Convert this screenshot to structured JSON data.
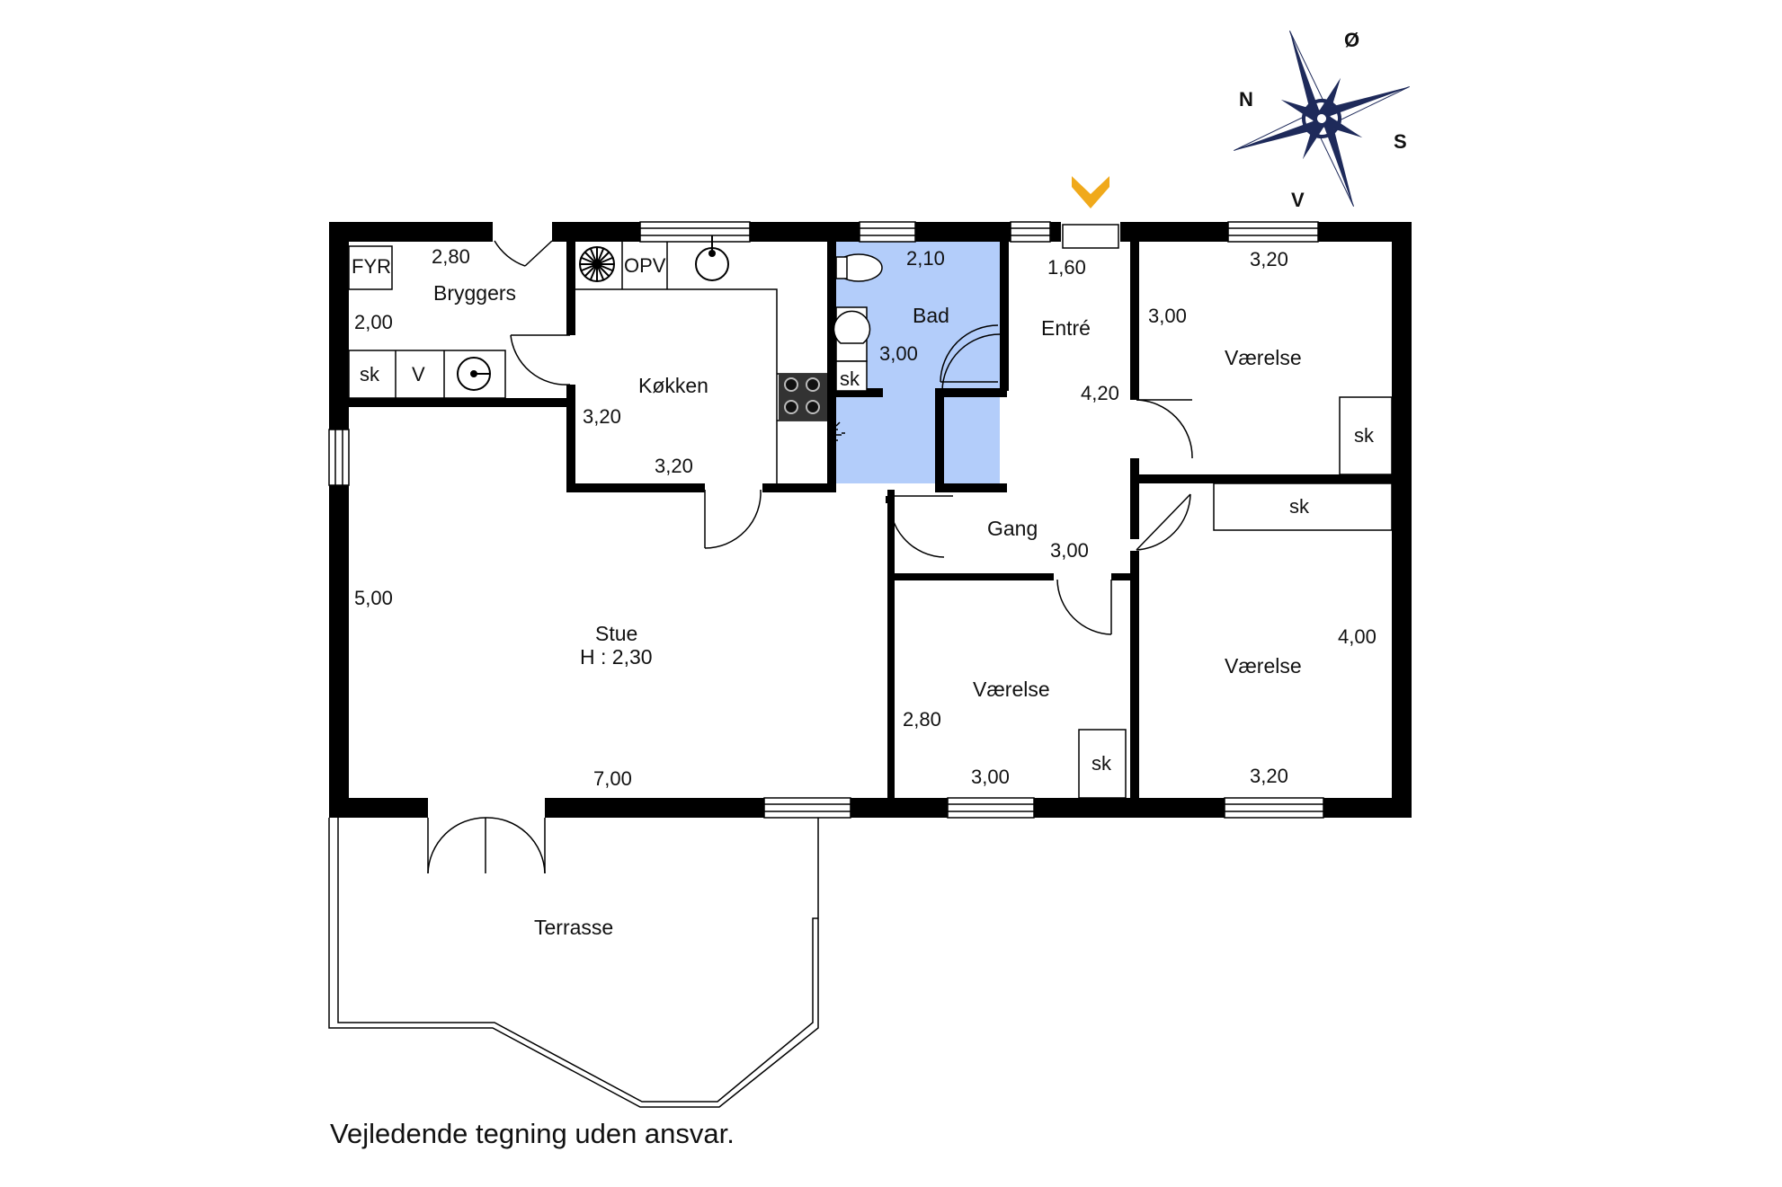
{
  "compass": {
    "north": "N",
    "south": "S",
    "east": "Ø",
    "west": "V"
  },
  "rooms": {
    "bryggers": "Bryggers",
    "kokken": "Køkken",
    "bad": "Bad",
    "entre": "Entré",
    "vaerelse_ne": "Værelse",
    "gang": "Gang",
    "stue": "Stue",
    "stue_height": "H : 2,30",
    "vaerelse_s": "Værelse",
    "vaerelse_se": "Værelse",
    "terrasse": "Terrasse"
  },
  "fixtures": {
    "fyr": "FYR",
    "opv": "OPV",
    "sk": "sk",
    "v": "V"
  },
  "dimensions": {
    "bryggers_w": "2,80",
    "bryggers_d": "2,00",
    "kokken_d": "3,20",
    "kokken_w": "3,20",
    "bad_w": "2,10",
    "bad_d": "3,00",
    "entre_w": "1,60",
    "entre_d": "4,20",
    "vaerelse_ne_d": "3,00",
    "vaerelse_ne_w": "3,20",
    "gang_w": "3,00",
    "stue_d": "5,00",
    "stue_w": "7,00",
    "vaerelse_s_d": "2,80",
    "vaerelse_s_w": "3,00",
    "vaerelse_se_d": "4,00",
    "vaerelse_se_w": "3,20"
  },
  "colors": {
    "wall": "#000000",
    "bathroom": "#b3cdfa",
    "entry_arrow": "#f0a91b",
    "compass": "#1e2a5a"
  },
  "disclaimer": "Vejledende tegning uden ansvar."
}
